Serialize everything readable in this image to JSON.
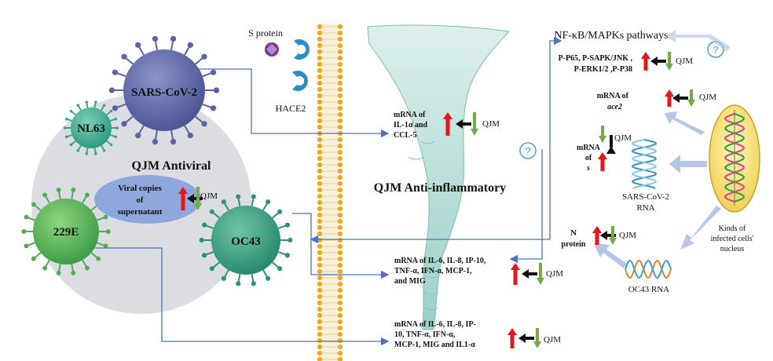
{
  "viruses": {
    "sars": "SARS-CoV-2",
    "nl63": "NL63",
    "e229": "229E",
    "oc43": "OC43"
  },
  "antiviral": {
    "title": "QJM Antiviral",
    "copies_l1": "Viral copies",
    "copies_l2": "of",
    "copies_l3": "supernatant",
    "qjm": "QJM"
  },
  "membrane": {
    "s_protein": "S protein",
    "hace2": "HACE2"
  },
  "center": {
    "title": "QJM Anti-inflammatory",
    "mrna1_l1": "mRNA of",
    "mrna1_l2": "IL-1α and",
    "mrna1_l3": "CCL-5",
    "mrna2_l1": "mRNA of IL-6, IL-8, IP-10,",
    "mrna2_l2": "TNF-α, IFN-α, MCP-1,",
    "mrna2_l3": "and  MIG",
    "mrna3_l1": "mRNA of IL-6, IL-8, IP-",
    "mrna3_l2": "10, TNF-α, IFN-α,",
    "mrna3_l3": "MCP-1, MIG and IL1-α",
    "qjm": "QJM",
    "question": "?"
  },
  "right": {
    "nfkb": "NF-κB/MAPKs pathways",
    "phospho_l1": "P-P65, P-SAPK/JNK ,",
    "phospho_l2": "P-ERK1/2 ,P-P38",
    "ace2_l1": "mRNA of",
    "ace2_l2": "ace2",
    "s_l1": "mRNA",
    "s_l2": "of",
    "s_l3": "s",
    "sars_rna_l1": "SARS-CoV-2",
    "sars_rna_l2": "RNA",
    "n_l1": "N",
    "n_l2": "protein",
    "oc43_rna": "OC43 RNA",
    "nucleus_l1": "Kinds of",
    "nucleus_l2": "infected cells'",
    "nucleus_l3": "nucleus",
    "qjm": "QJM",
    "question": "?"
  },
  "colors": {
    "up_arrow": "#e8141c",
    "down_arrow": "#6fac46",
    "flow_line": "#4a72c4",
    "pale_arrow": "#aec0e4",
    "circle_bg": "#dcdde3",
    "ellipse": "#8ea8dc",
    "membrane_bead": "#f2a81c",
    "vortex": "#a5d6cf"
  }
}
